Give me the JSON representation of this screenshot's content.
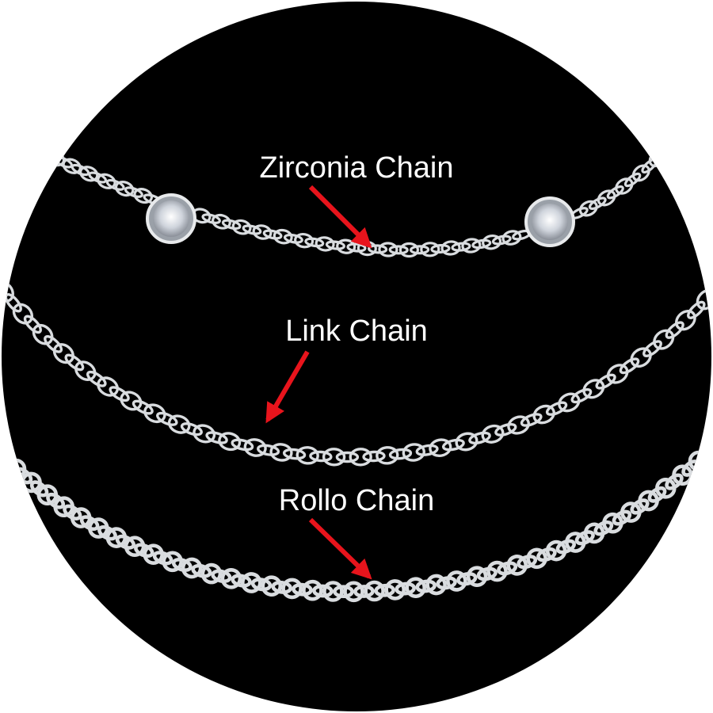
{
  "labels": {
    "zirconia": "Zirconia Chain",
    "link": "Link Chain",
    "rollo": "Rollo Chain"
  },
  "colors": {
    "background": "#000000",
    "surround": "#ffffff",
    "arrow": "#e8141c",
    "chain": "#d9dcdf",
    "text": "#ffffff"
  },
  "icons": {
    "arrow": "red-arrow-icon",
    "gem": "cubic-zirconia-stone"
  }
}
